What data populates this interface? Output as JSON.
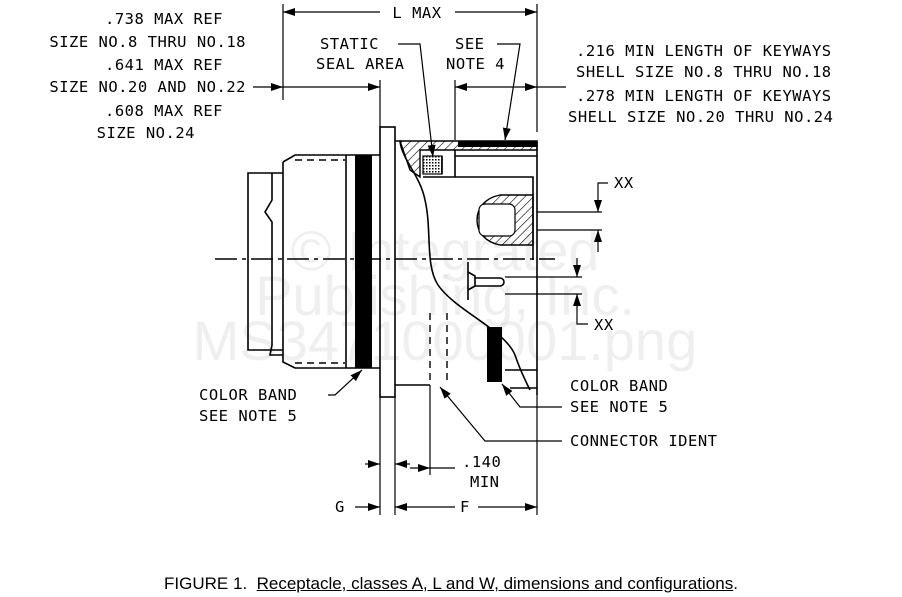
{
  "dimensions": {
    "l_max": "L MAX",
    "left_refs": [
      ".738 MAX REF",
      "SIZE NO.8 THRU NO.18",
      ".641 MAX REF",
      "SIZE NO.20 AND NO.22",
      ".608 MAX REF",
      "SIZE NO.24"
    ],
    "static_seal": [
      "STATIC",
      "SEAL AREA"
    ],
    "see_note_4": [
      "SEE",
      "NOTE 4"
    ],
    "keyways": [
      ".216 MIN LENGTH OF KEYWAYS",
      "SHELL SIZE NO.8 THRU NO.18",
      ".278 MIN LENGTH OF KEYWAYS",
      "SHELL SIZE NO.20 THRU NO.24"
    ],
    "xx_top": "XX",
    "xx_bottom": "XX",
    "color_band_left": [
      "COLOR BAND",
      "SEE NOTE 5"
    ],
    "color_band_right": [
      "COLOR BAND",
      "SEE NOTE 5"
    ],
    "connector_ident": "CONNECTOR IDENT",
    "min_140": [
      ".140",
      "MIN"
    ],
    "g": "G",
    "f": "F"
  },
  "watermark": [
    "© Integrated",
    "Publishing, Inc.",
    "MS3471000001.png"
  ],
  "caption": {
    "prefix": "FIGURE 1.",
    "title": "Receptacle, classes A, L and W, dimensions and configurations",
    "suffix": "."
  }
}
